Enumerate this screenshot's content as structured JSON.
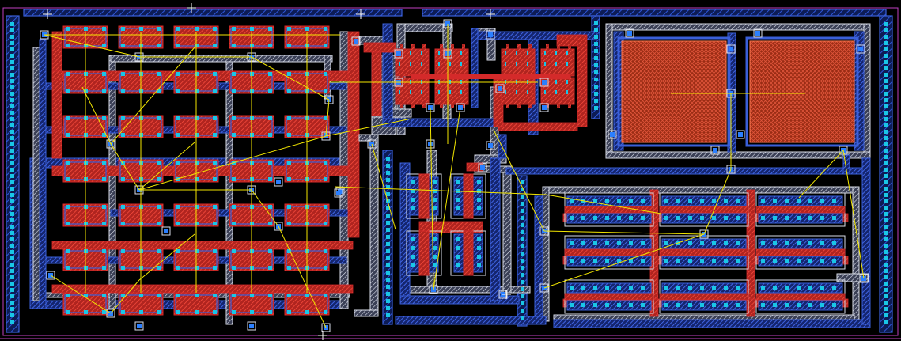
{
  "layout_view": {
    "title": "",
    "colors": {
      "background": "#000000",
      "metal1": "#3a5fd9",
      "metal1_hatch": "#1f3aa8",
      "metal2": "#d9dde8",
      "poly": "#d42a2a",
      "poly_dark": "#8a1010",
      "diffusion": "#c0392b",
      "contact": "#19c6e6",
      "via": "#e8e8e8",
      "ratsnest": "#f2e600",
      "cap_fill": "#b83a1e",
      "pin": "#2a7fff",
      "boundary": "#c040c0"
    },
    "blocks": [
      {
        "name": "left-transistor-array",
        "rows": 7,
        "cols": 5
      },
      {
        "name": "top-center-transistor-pair",
        "rows": 2,
        "cols": 4
      },
      {
        "name": "center-input-pair",
        "rows": 2,
        "cols": 2
      },
      {
        "name": "capacitor-pair",
        "count": 2
      },
      {
        "name": "bottom-right-transistor-array",
        "rows": 3,
        "cols": 3
      }
    ]
  }
}
